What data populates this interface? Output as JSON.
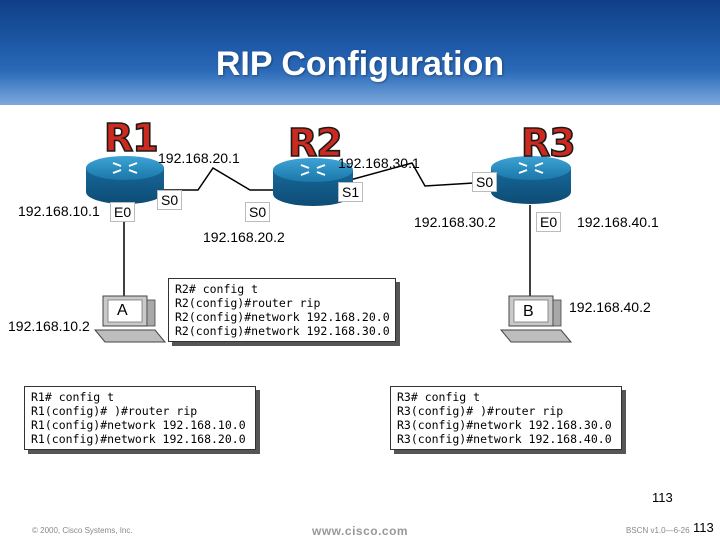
{
  "title": "RIP Configuration",
  "routers": {
    "r1": "R1",
    "r2": "R2",
    "r3": "R3"
  },
  "addresses": {
    "r1_s0": "192.168.20.1",
    "r1_e0": "192.168.10.1",
    "host_a": "192.168.10.2",
    "r2_s0": "192.168.20.2",
    "r2_s1": "192.168.30.1",
    "r3_s0": "192.168.30.2",
    "r3_e0": "192.168.40.1",
    "host_b": "192.168.40.2"
  },
  "interfaces": {
    "r1_e0": "E0",
    "r1_s0": "S0",
    "r2_s0": "S0",
    "r2_s1": "S1",
    "r3_s0": "S0",
    "r3_e0": "E0"
  },
  "hosts": {
    "a": "A",
    "b": "B"
  },
  "configs": {
    "r1": [
      "R1# config t",
      "R1(config)# )#router rip",
      "R1(config)#network 192.168.10.0",
      "R1(config)#network 192.168.20.0"
    ],
    "r2": [
      "R2# config t",
      "R2(config)#router rip",
      "R2(config)#network 192.168.20.0",
      "R2(config)#network 192.168.30.0"
    ],
    "r3": [
      "R3# config t",
      "R3(config)# )#router rip",
      "R3(config)#network 192.168.30.0",
      "R3(config)#network 192.168.40.0"
    ]
  },
  "footer": {
    "copyright": "© 2000, Cisco Systems, Inc.",
    "website": "www.cisco.com",
    "course": "BSCN v1.0—6-26",
    "page_a": "113",
    "page_b": "113"
  },
  "colors": {
    "header": "#1f5aa8",
    "router_body": "#1e7fb0",
    "label_red": "#cc2a1e",
    "link": "#000000"
  }
}
